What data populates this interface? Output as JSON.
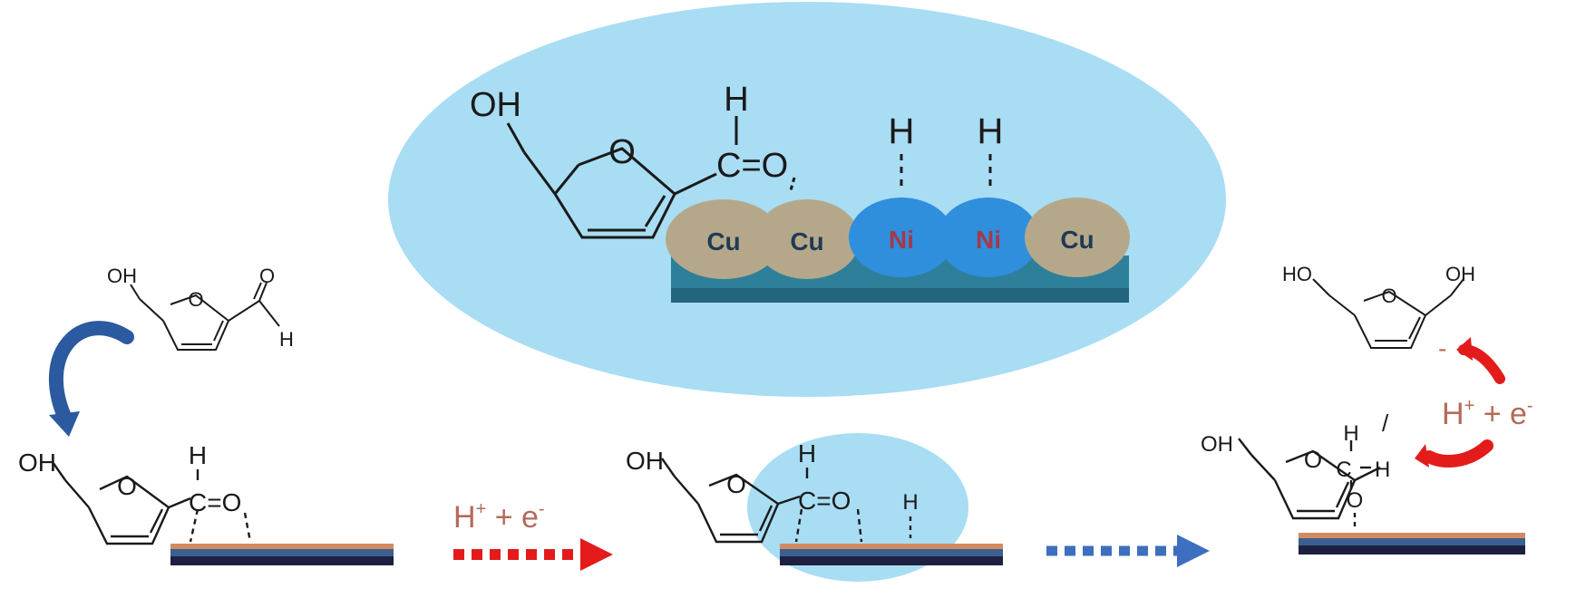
{
  "colors": {
    "ellipse": "#a8ddf3",
    "cu": "#b5a88a",
    "ni": "#2f8fdc",
    "support": "#2e7f9a",
    "surface_orange": "#d28b5f",
    "surface_blue": "#3b5f8f",
    "surface_dark": "#1d2040",
    "red_arrow": "#e31b1b",
    "blue_arrow": "#3d6fbf",
    "curved_blue": "#2b5aa0"
  },
  "atoms": {
    "oh": "OH",
    "ho": "HO",
    "o": "O",
    "h": "H",
    "c": "C",
    "eq_o": "=O",
    "c_eq_o": "C=O"
  },
  "metals": {
    "cu": "Cu",
    "ni": "Ni"
  },
  "reagent": {
    "h": "H",
    "plus_sup": "+",
    "plus_e": " + e",
    "minus_sup": "-"
  },
  "marks": {
    "slash": "/",
    "dash": "-"
  }
}
